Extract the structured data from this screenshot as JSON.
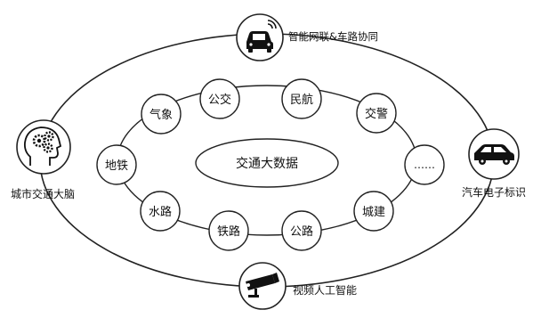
{
  "center": {
    "label": "交通大数据"
  },
  "ring_nodes": [
    {
      "id": "gongjiao",
      "label": "公交"
    },
    {
      "id": "minhang",
      "label": "民航"
    },
    {
      "id": "jiaojing",
      "label": "交警"
    },
    {
      "id": "more",
      "label": "……"
    },
    {
      "id": "chengjian",
      "label": "城建"
    },
    {
      "id": "gonglu",
      "label": "公路"
    },
    {
      "id": "tielu",
      "label": "铁路"
    },
    {
      "id": "shuilu",
      "label": "水路"
    },
    {
      "id": "ditie",
      "label": "地铁"
    },
    {
      "id": "qixiang",
      "label": "气象"
    }
  ],
  "outer_nodes": [
    {
      "id": "top",
      "label": "智能网联&车路协同",
      "icon": "connected-car-icon"
    },
    {
      "id": "right",
      "label": "汽车电子标识",
      "icon": "car-icon"
    },
    {
      "id": "bottom",
      "label": "视频人工智能",
      "icon": "surveillance-camera-icon"
    },
    {
      "id": "left",
      "label": "城市交通大脑",
      "icon": "brain-gears-icon"
    }
  ],
  "colors": {
    "stroke": "#222222",
    "fill": "#ffffff",
    "icon": "#111111"
  }
}
